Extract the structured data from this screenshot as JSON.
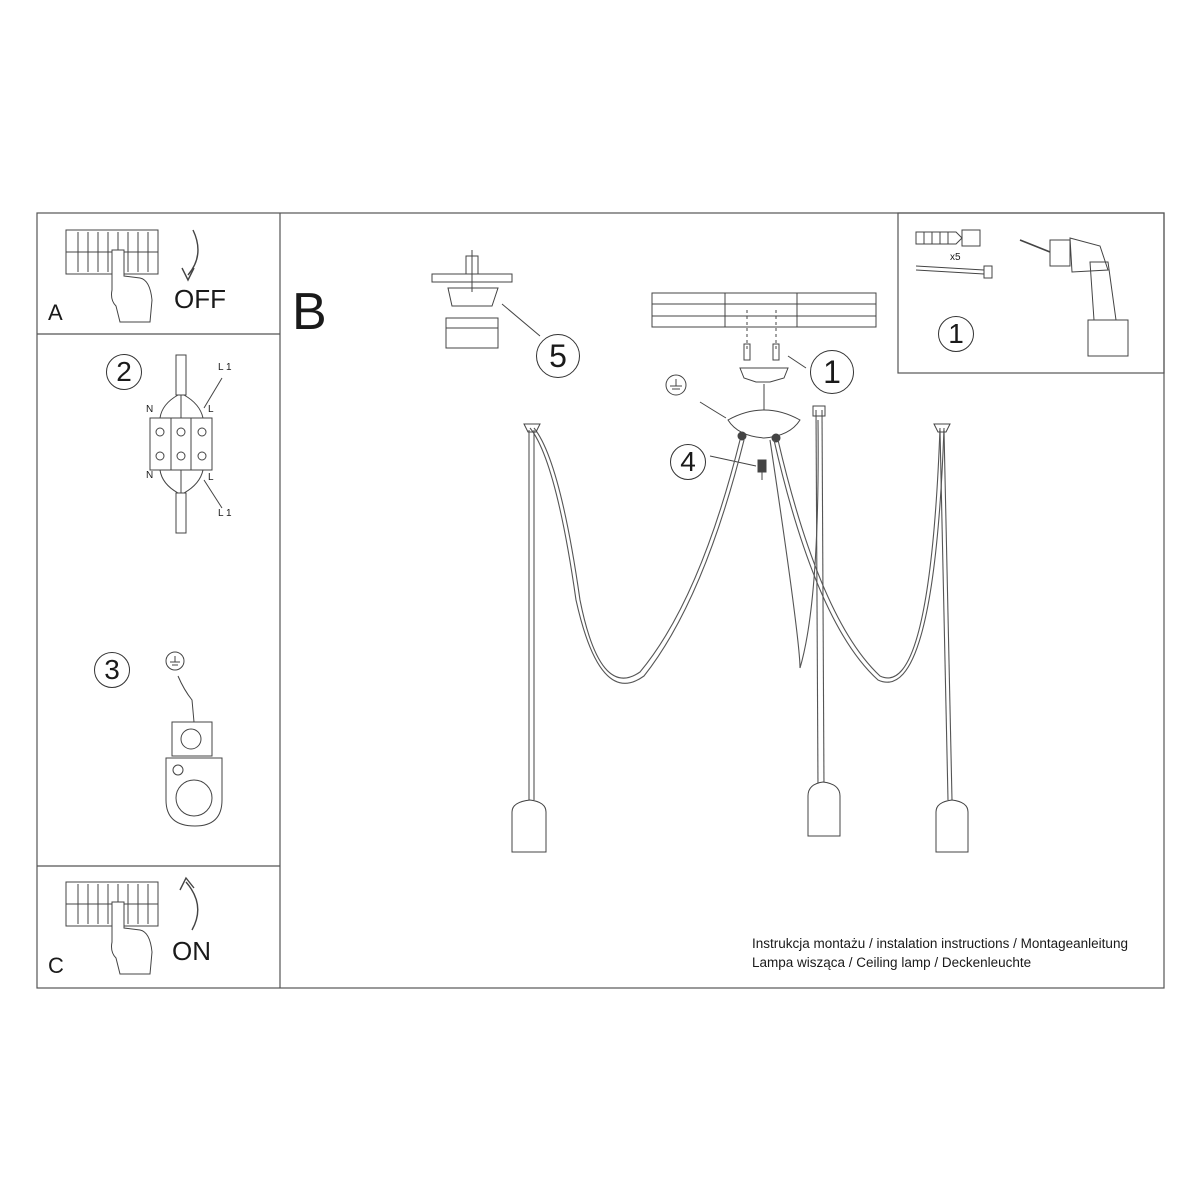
{
  "panel_a": {
    "letter": "A",
    "label": "OFF"
  },
  "panel_c": {
    "letter": "C",
    "label": "ON"
  },
  "section_b": {
    "letter": "B"
  },
  "steps": {
    "step2": "2",
    "step3": "3",
    "step4": "4",
    "step5": "5",
    "step1_mount": "1",
    "step1_tools": "1"
  },
  "wiring": {
    "top_line": "L 1",
    "bottom_line": "L 1",
    "neutral_top": "N",
    "neutral_bottom": "N",
    "live_top": "L",
    "live_bottom": "L"
  },
  "tools": {
    "quantity": "x5"
  },
  "footer": {
    "line1": "Instrukcja montażu / instalation instructions / Montageanleitung",
    "line2": "Lampa wisząca / Ceiling lamp / Deckenleuchte"
  }
}
